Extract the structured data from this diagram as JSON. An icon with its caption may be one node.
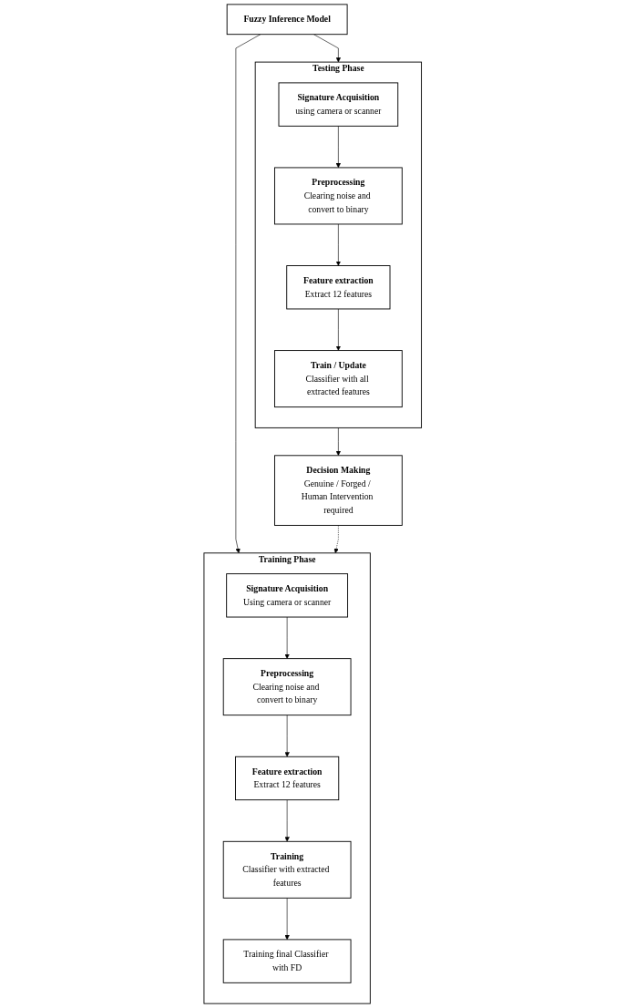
{
  "diagram": {
    "nodes": [
      {
        "text": [
          "Training Phase"
        ]
      },
      {
        "text": [
          "Signature Acquisition",
          "Using camera or scanner"
        ],
        "in": 0
      },
      {
        "text": [
          "Preprocessing",
          "Clearing noise and convert to binary"
        ],
        "in": 0
      },
      {
        "text": [
          "Feature extraction",
          "Extract 12 features"
        ],
        "in": 0
      },
      {
        "text": [
          "Training",
          "Classifier with extracted features"
        ],
        "in": 0
      },
      {
        "text": [
          "Training final Classifier with FD"
        ],
        "in": 0
      },
      {
        "text": [
          "Fuzzy Inference Model"
        ]
      },
      {
        "text": [
          "Testing Phase"
        ]
      },
      {
        "text": [
          "Signature Acquisition",
          "using camera or scanner"
        ],
        "in": 7
      },
      {
        "text": [
          "Preprocessing",
          "Clearing noise and convert to binary"
        ],
        "in": 7
      },
      {
        "text": [
          "Feature extraction",
          "Extract 12 features"
        ],
        "in": 7
      },
      {
        "text": [
          "Train / Update",
          "Classifier with all extracted features"
        ],
        "in": 7
      },
      {
        "text": [
          "Decision Making",
          "Genuine / Forged / Human Intervention required"
        ]
      }
    ],
    "edges": [
      {
        "from": 1,
        "to": 2,
        "arrow": "to"
      },
      {
        "from": 2,
        "to": 3,
        "arrow": "to"
      },
      {
        "from": 3,
        "to": 4,
        "arrow": "to"
      },
      {
        "from": 4,
        "to": 5,
        "arrow": "to"
      },
      {
        "from": 6,
        "to": 0,
        "arrow": "to"
      },
      {
        "from": 6,
        "to": 7,
        "arrow": "to"
      },
      {
        "from": 8,
        "to": 9,
        "arrow": "to"
      },
      {
        "from": 9,
        "to": 10,
        "arrow": "to"
      },
      {
        "from": 10,
        "to": 11,
        "arrow": "to"
      },
      {
        "from": 7,
        "to": 12,
        "arrow": "to"
      },
      {
        "from": 12,
        "to": 0,
        "arrow": "to",
        "style": "dashed"
      }
    ]
  }
}
